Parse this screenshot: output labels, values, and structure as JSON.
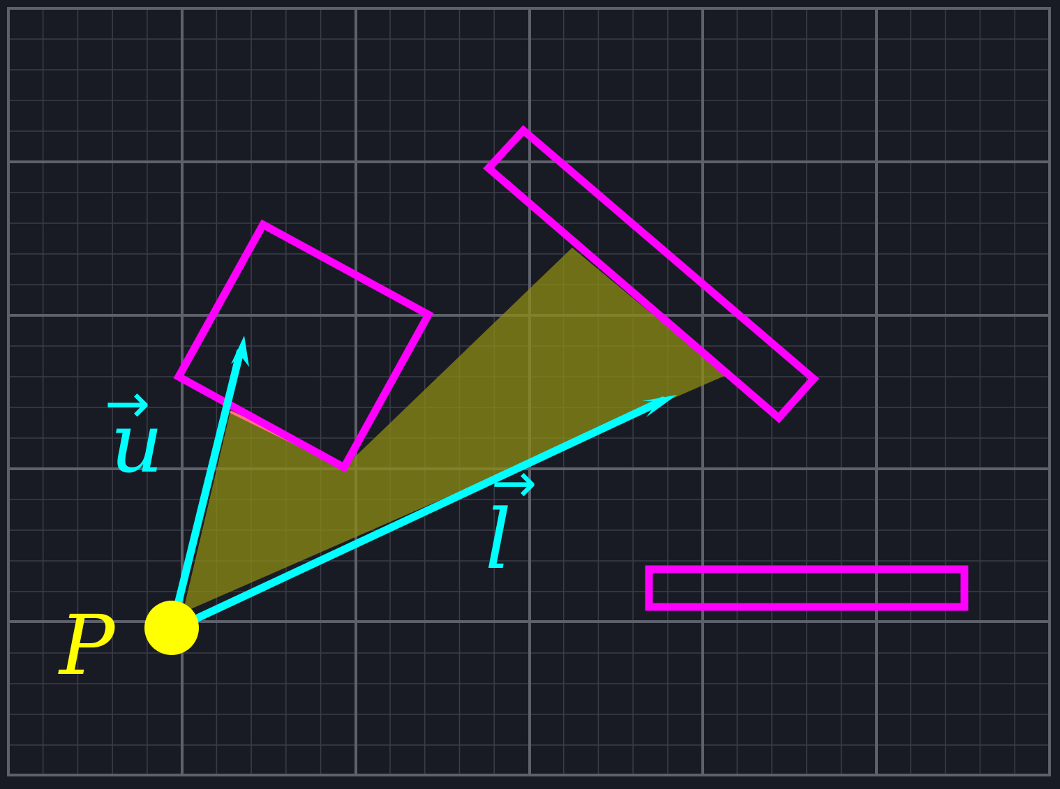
{
  "colors": {
    "background": "#191b24",
    "frame": "#5e606c",
    "grid_major": "#5e606c",
    "grid_minor": "#3a3d49",
    "obstacle": "#ff00ff",
    "vector": "#00ffff",
    "point": "#ffff00",
    "visibility_fill": "#8c8c14",
    "visibility_edge": "#ff7777"
  },
  "labels": {
    "point": "P",
    "vector_u": "u",
    "vector_l": "l",
    "vector_arrow": "→"
  },
  "icons": {
    "point": "filled-circle",
    "vector": "arrow",
    "obstacle": "rectangle-outline"
  }
}
